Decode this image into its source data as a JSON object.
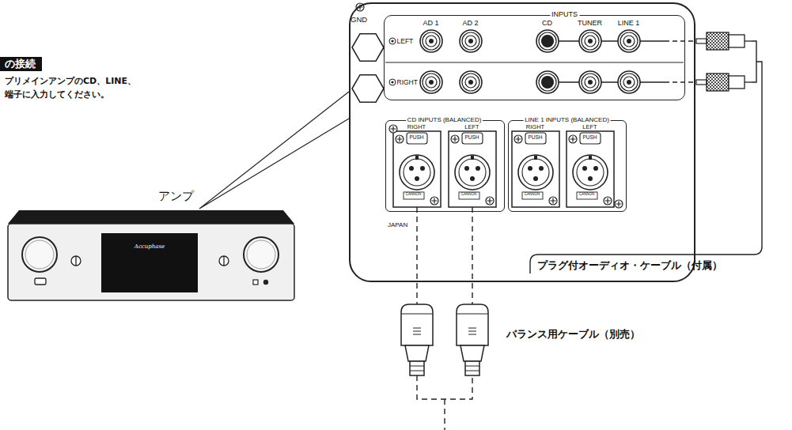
{
  "diagram": {
    "title": "の接続",
    "nodes": [
      {
        "text": [
          "GND",
          "JAPAN"
        ]
      },
      {
        "text": [
          "INPUTS",
          "AD 1",
          "AD 2",
          "CD",
          "TUNER",
          "LINE 1",
          "LEFT",
          "RIGHT"
        ],
        "in": 0
      },
      {
        "text": [
          "CD INPUTS (BALANCED)",
          "RIGHT",
          "LEFT",
          "PUSH",
          "PUSH",
          "CANNON",
          "CANNON"
        ],
        "in": 0
      },
      {
        "text": [
          "LINE 1 INPUTS (BALANCED)",
          "RIGHT",
          "LEFT",
          "PUSH",
          "PUSH",
          "CANNON",
          "CANNON"
        ],
        "in": 0
      }
    ],
    "labels": [
      "プリメインアンプのCD、LINE、 端子に入力してください。",
      "アンプ",
      "Accuphase",
      "バランス用ケーブル（別売）",
      "プラグ付オーディオ・ケーブル（付属）"
    ]
  }
}
